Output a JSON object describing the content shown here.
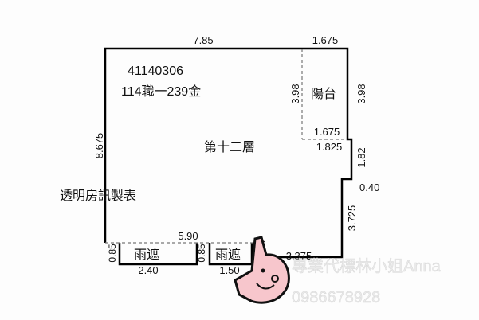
{
  "case_id": "41140306",
  "case_code": "114職一239金",
  "floor_label": "第十二層",
  "balcony_label": "陽台",
  "shelter_labels": [
    "雨遮",
    "雨遮"
  ],
  "side_note": "透明房訊製表",
  "dimensions": {
    "top_main": "7.85",
    "top_balcony": "1.675",
    "balcony_left": "3.98",
    "balcony_right": "3.98",
    "balcony_bottom": "1.675",
    "step_top": "1.825",
    "step_right": "1.82",
    "step_inset": "0.40",
    "right_lower": "3.725",
    "left_main": "8.675",
    "bottom_dashed": "5.90",
    "shelter1_depth": "0.85",
    "shelter1_width": "2.40",
    "shelter2_depth": "0.85",
    "shelter2_width": "1.50",
    "small_notch": "0.35",
    "bottom_right": "3.375"
  },
  "watermark": {
    "name": "專業代標林小姐Anna",
    "phone": "0986678928"
  },
  "colors": {
    "line": "#000000",
    "mascot": "#f7c6cc"
  }
}
